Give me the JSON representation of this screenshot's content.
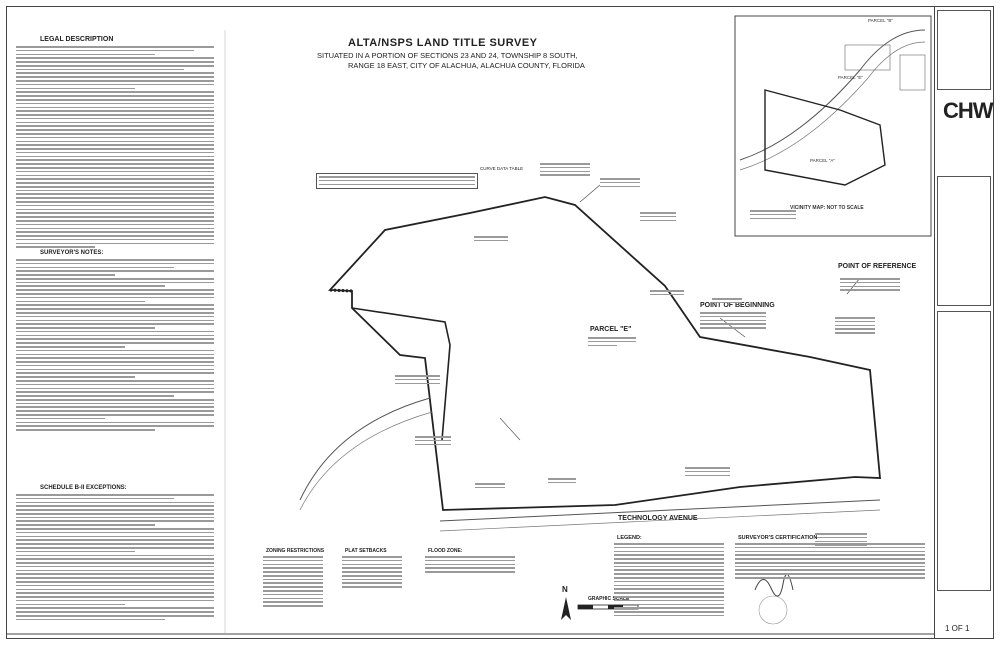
{
  "survey": {
    "title": "ALTA/NSPS LAND TITLE SURVEY",
    "subtitle_lines": [
      "SITUATED IN A PORTION OF SECTIONS 23 AND 24, TOWNSHIP 8 SOUTH,",
      "RANGE 18 EAST, CITY OF ALACHUA, ALACHUA COUNTY, FLORIDA"
    ]
  },
  "left_column": {
    "legal_description_heading": "LEGAL DESCRIPTION",
    "surveyors_notes_heading": "SURVEYOR'S NOTES:",
    "schedule_heading": "SCHEDULE B-II EXCEPTIONS:"
  },
  "plan": {
    "parcel_label": "PARCEL \"E\"",
    "road_label": "TECHNOLOGY AVENUE",
    "point_of_reference": "POINT OF REFERENCE",
    "point_of_beginning": "POINT OF BEGINNING",
    "curve_table_heading": "CURVE DATA TABLE",
    "vicinity_map_caption": "VICINITY MAP: NOT TO SCALE",
    "vicinity_parcel_a": "PARCEL \"A\"",
    "vicinity_parcel_b": "PARCEL \"B\"",
    "vicinity_parcel_e": "PARCEL \"E\"",
    "north_letter": "N",
    "graphic_scale": "GRAPHIC SCALE"
  },
  "notes_bottom": {
    "zoning": "ZONING RESTRICTIONS",
    "setbacks": "PLAT SETBACKS",
    "flood_zone": "FLOOD ZONE:",
    "legend": "LEGEND:",
    "certification": "SURVEYOR'S CERTIFICATION"
  },
  "title_block": {
    "firm_logo": "CHW",
    "sheet_number": "1 OF 1"
  }
}
